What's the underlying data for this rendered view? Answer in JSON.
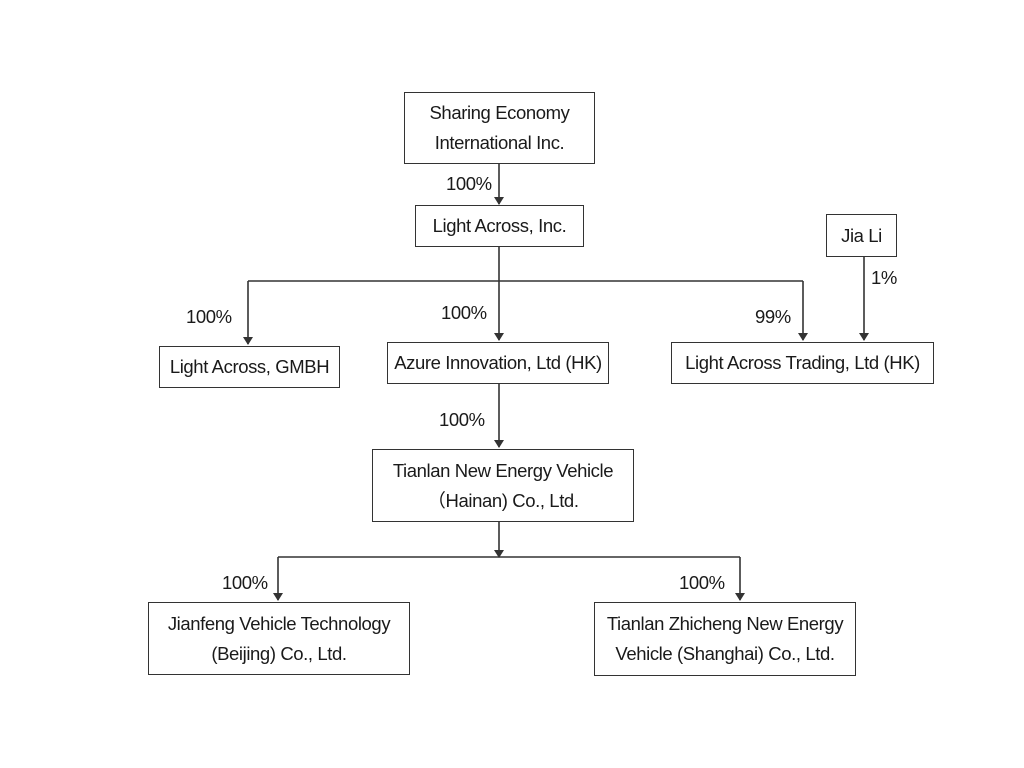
{
  "entities": {
    "sei": {
      "line1": "Sharing Economy",
      "line2": "International Inc."
    },
    "light_across_inc": {
      "line1": "Light Across, Inc."
    },
    "jia_li": {
      "line1": "Jia Li"
    },
    "light_across_gmbh": {
      "line1": "Light Across, GMBH"
    },
    "azure_innovation": {
      "line1": "Azure Innovation, Ltd (HK)"
    },
    "light_across_trading": {
      "line1": "Light Across Trading, Ltd (HK)"
    },
    "tianlan_hainan": {
      "line1": "Tianlan New Energy Vehicle",
      "line2": "（Hainan) Co., Ltd."
    },
    "jianfeng_beijing": {
      "line1": "Jianfeng Vehicle Technology",
      "line2": "(Beijing) Co., Ltd."
    },
    "tianlan_shanghai": {
      "line1": "Tianlan Zhicheng New Energy",
      "line2": "Vehicle (Shanghai) Co., Ltd."
    }
  },
  "ownership": {
    "sei_to_light_across_inc": "100%",
    "to_gmbh": "100%",
    "to_azure": "100%",
    "to_trading": "99%",
    "jia_li_to_trading": "1%",
    "azure_to_hainan": "100%",
    "to_jianfeng": "100%",
    "to_shanghai": "100%"
  }
}
